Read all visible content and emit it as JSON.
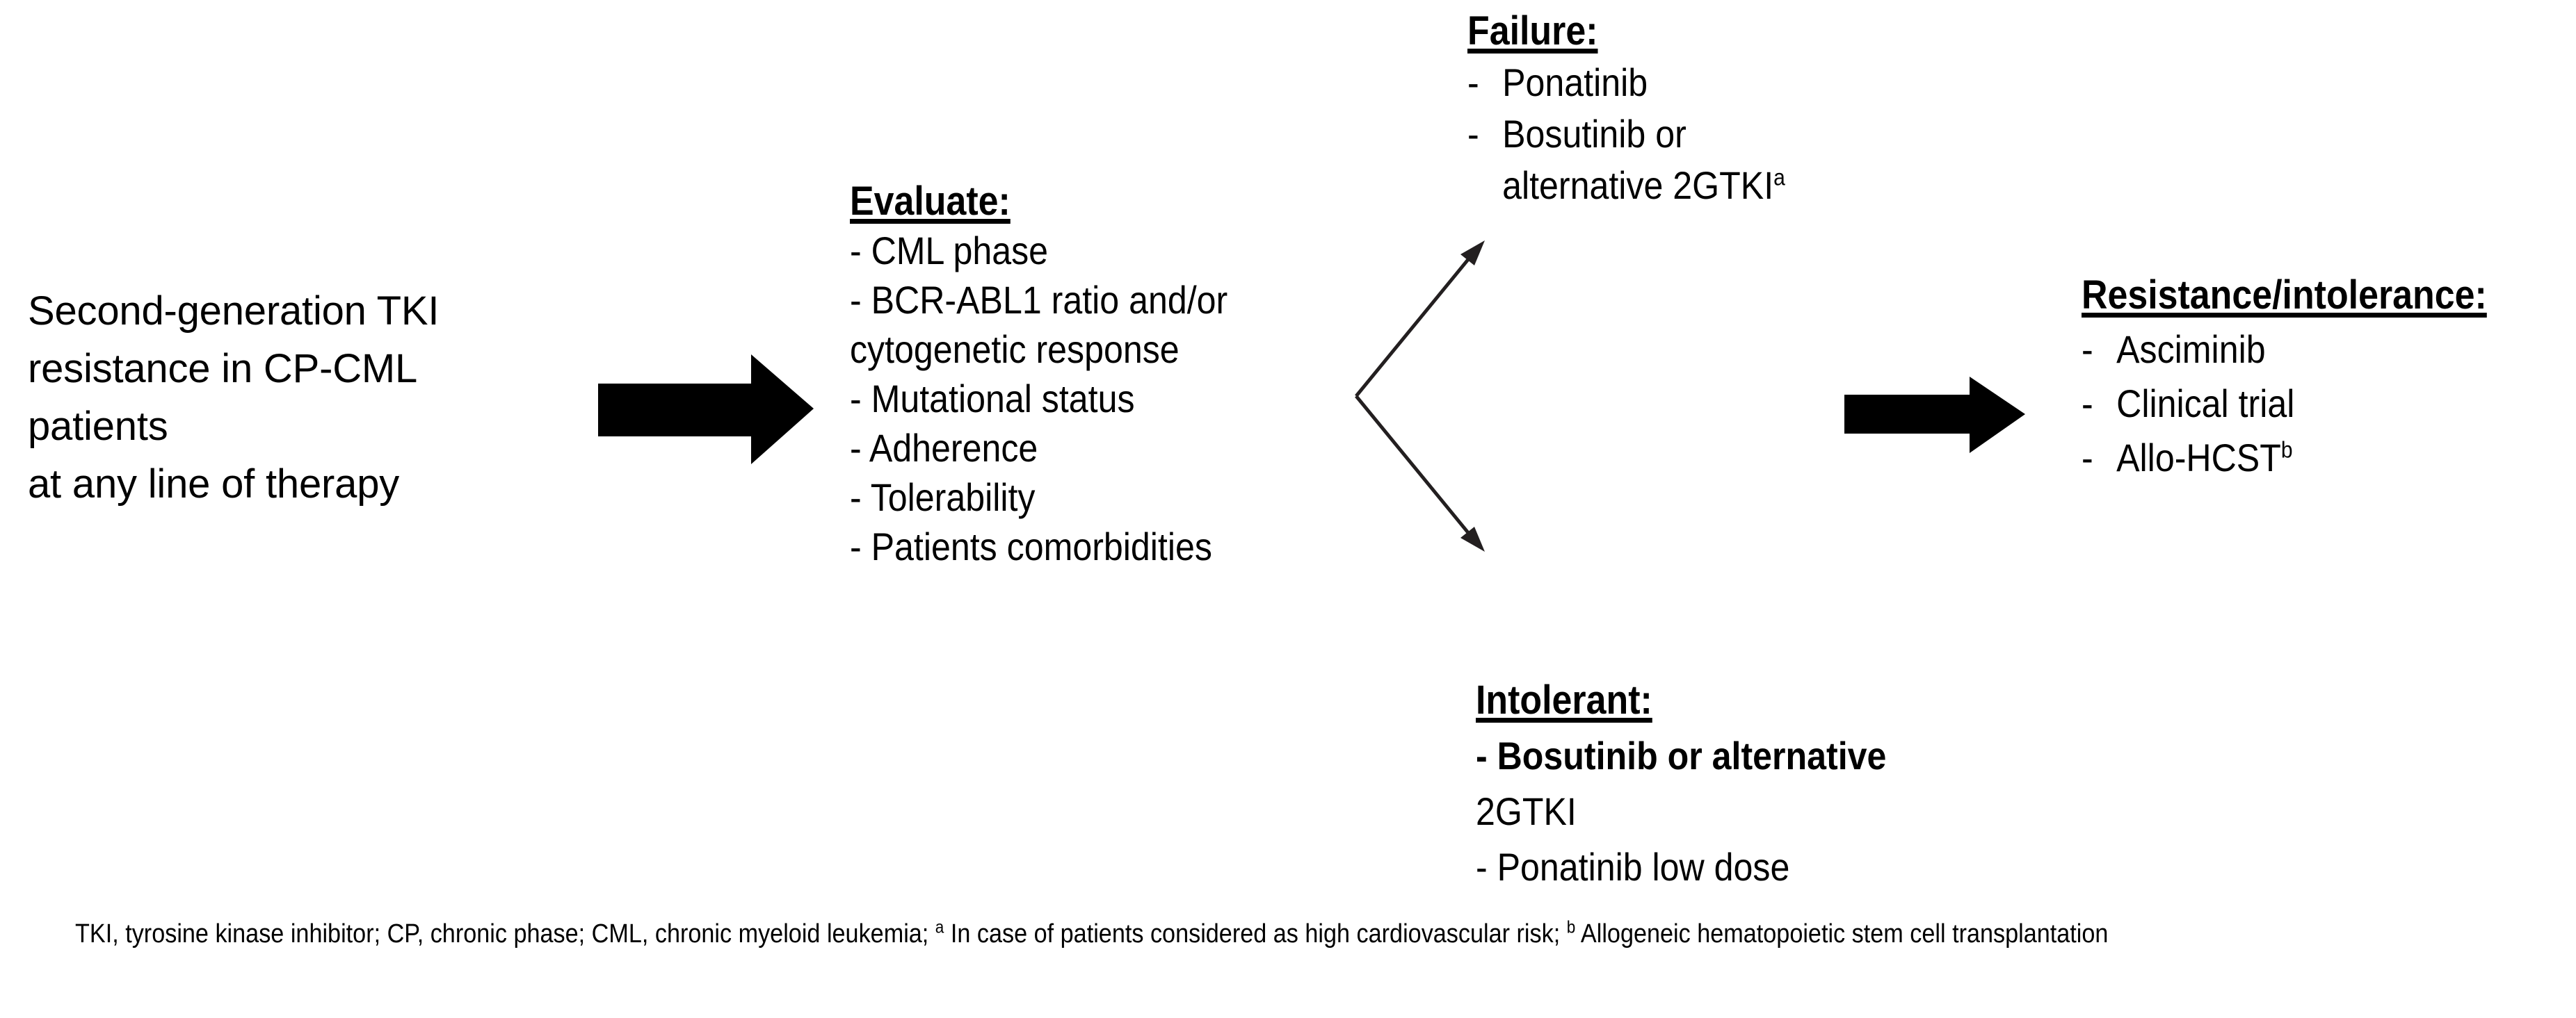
{
  "diagram": {
    "title_text": "Second-generation TKI resistance in CP-CML patients at any line of therapy",
    "source_box": {
      "name": "second-generation-tki-resistance",
      "lines": [
        "Second-generation TKI",
        "resistance in CP-CML",
        "patients",
        "at any line of therapy"
      ]
    },
    "evaluate": {
      "header": "Evaluate:",
      "items": [
        "- CML phase",
        "- BCR-ABL1 ratio and/or",
        "cytogenetic response",
        "- Mutational status",
        "- Adherence",
        "- Tolerability",
        "- Patients comorbidities"
      ]
    },
    "failure": {
      "header": "Failure:",
      "dash": "-",
      "items": [
        "Ponatinib",
        "Bosutinib or"
      ],
      "continuation": "alternative 2GTKI",
      "continuation_sup": "a"
    },
    "intolerant": {
      "header": "Intolerant:",
      "dash": "-",
      "lines": [
        "Bosutinib or alternative",
        "2GTKI",
        "Ponatinib low dose"
      ],
      "line1": "- Bosutinib or alternative",
      "line2": "2GTKI",
      "line3": "- Ponatinib low dose"
    },
    "resistance": {
      "header": "Resistance/intolerance:",
      "dash": "-",
      "items": [
        "Asciminib",
        "Clinical trial",
        "Allo-HCST"
      ],
      "last_item_sup": "b"
    },
    "footnote": {
      "part1": "TKI, tyrosine kinase inhibitor;  CP, chronic phase; CML, chronic myeloid leukemia;  ",
      "sup_a": "a",
      "part2": " In case of patients considered as high cardiovascular risk; ",
      "sup_b": "b",
      "part3": " Allogeneic hematopoietic stem cell transplantation"
    },
    "colors": {
      "ink": "#000000",
      "background": "#ffffff",
      "thin_line": "#231f20"
    },
    "arrows": {
      "block_arrow_1_name": "evaluate-flow-arrow",
      "block_arrow_2_name": "resistance-flow-arrow",
      "branch_up_name": "branch-arrow-failure",
      "branch_down_name": "branch-arrow-intolerant"
    }
  }
}
